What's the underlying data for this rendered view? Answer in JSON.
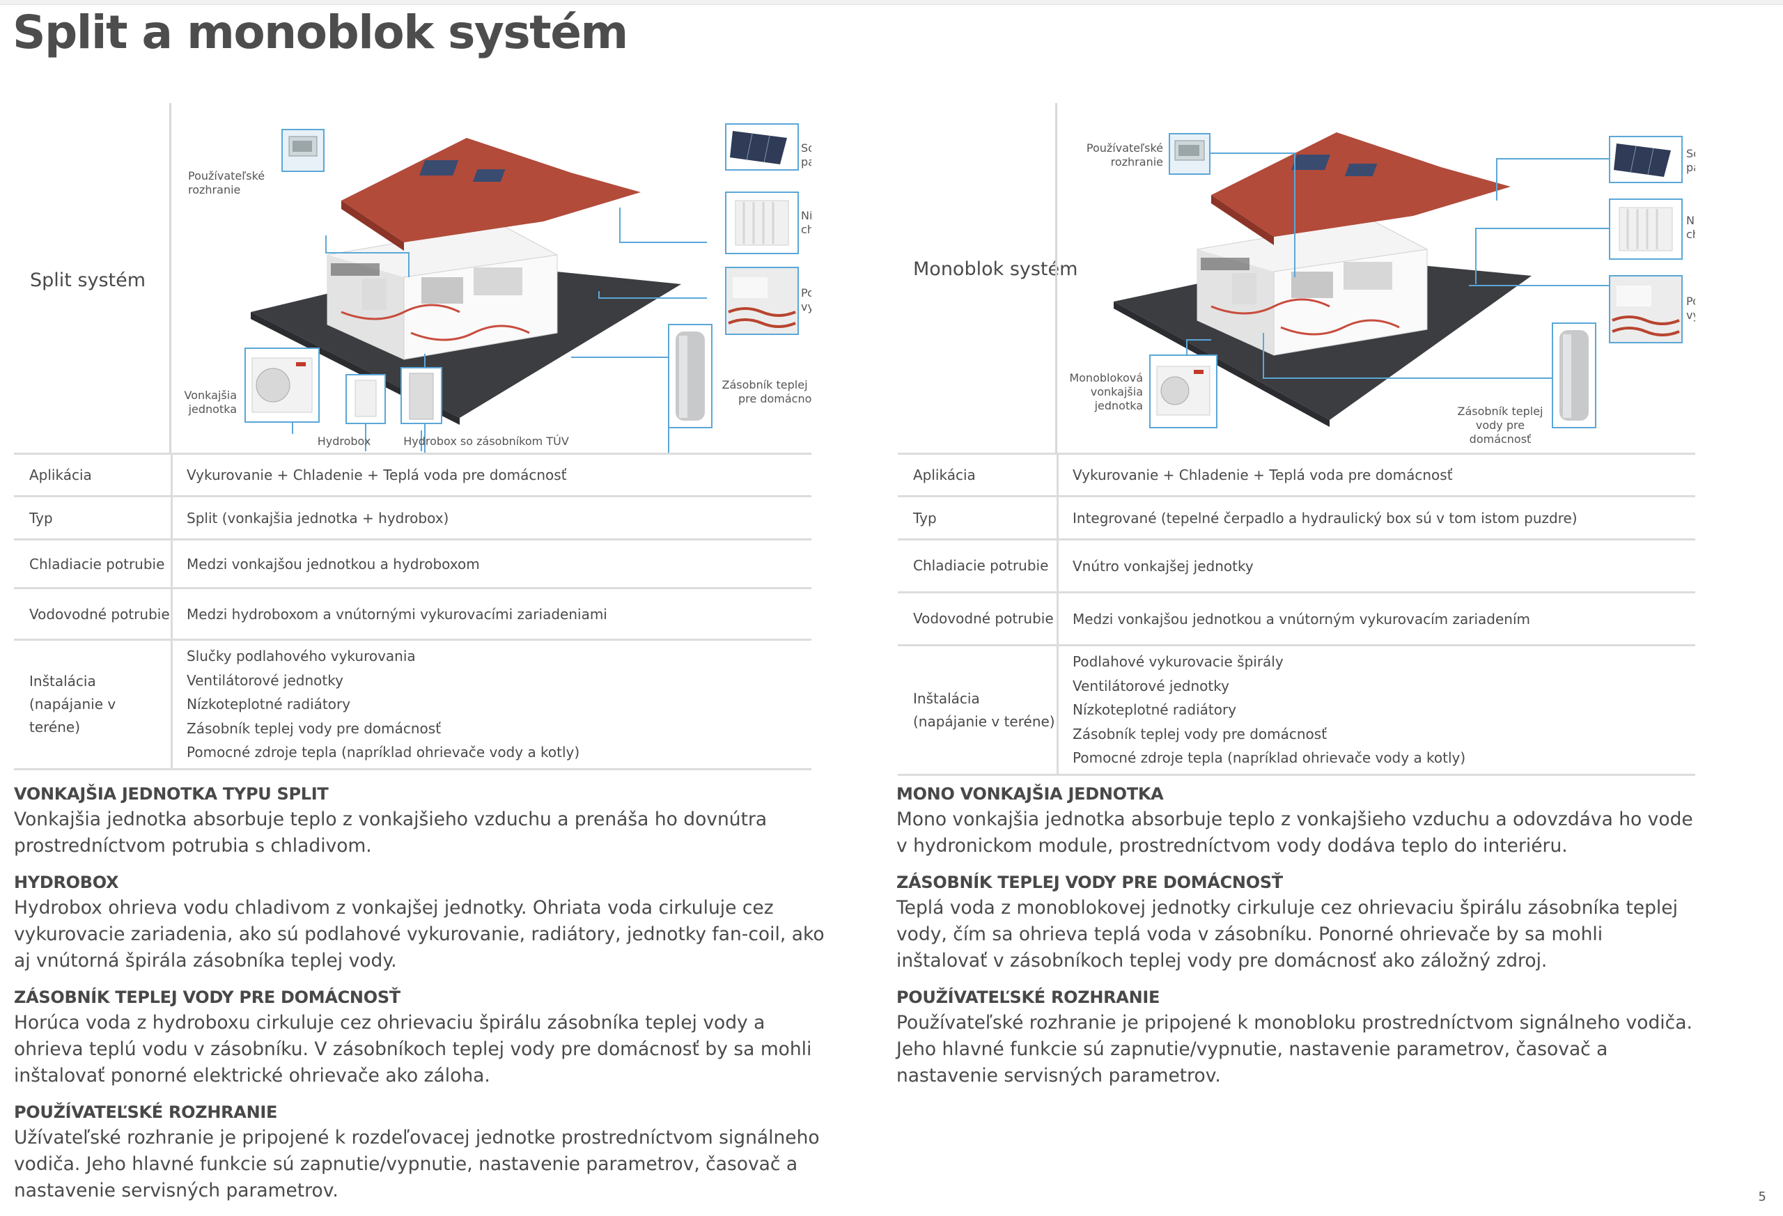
{
  "page": {
    "title": "Split a monoblok systém",
    "number": "5"
  },
  "left": {
    "system_label": "Split systém",
    "callouts": {
      "ui_line1": "Používateľské",
      "ui_line2": "rozhranie",
      "solar_line1": "Solárny",
      "solar_line2": "panel",
      "cooler_line1": "Nízkoteplotný",
      "cooler_line2": "chladič",
      "floor_line1": "Podlahové",
      "floor_line2": "vykurovanie",
      "tank_line1": "Zásobník teplej vody",
      "tank_line2": "pre domácnosť",
      "outdoor_line1": "Vonkajšia",
      "outdoor_line2": "jednotka",
      "hydrobox": "Hydrobox",
      "hydrobox_tank": "Hydrobox so zásobníkom TÚV"
    },
    "rows": [
      {
        "key": "Aplikácia",
        "value": "Vykurovanie + Chladenie + Teplá voda pre domácnosť"
      },
      {
        "key": "Typ",
        "value": "Split (vonkajšia jednotka + hydrobox)"
      },
      {
        "key": "Chladiacie potrubie",
        "value": "Medzi vonkajšou jednotkou a hydroboxom"
      },
      {
        "key": "Vodovodné potrubie",
        "value": "Medzi hydroboxom a vnútornými vykurovacími zariadeniami"
      },
      {
        "key": "Inštalácia (napájanie v teréne)",
        "values": [
          "Slučky podlahového vykurovania",
          "Ventilátorové jednotky",
          "Nízkoteplotné radiátory",
          "Zásobník teplej vody pre domácnosť",
          "Pomocné zdroje tepla (napríklad ohrievače vody a kotly)"
        ]
      }
    ],
    "sections": [
      {
        "heading": "VONKAJŠIA JEDNOTKA TYPU SPLIT",
        "text": "Vonkajšia jednotka absorbuje teplo z vonkajšieho vzduchu a prenáša ho dovnútra prostredníctvom potrubia s chladivom."
      },
      {
        "heading": "HYDROBOX",
        "text": "Hydrobox ohrieva vodu chladivom z vonkajšej jednotky. Ohriata voda cirkuluje cez vykurovacie zariadenia, ako sú podlahové vykurovanie, radiátory, jednotky fan-coil, ako aj vnútorná špirála zásobníka teplej vody."
      },
      {
        "heading": "ZÁSOBNÍK TEPLEJ VODY PRE DOMÁCNOSŤ",
        "text": "Horúca voda z hydroboxu cirkuluje cez ohrievaciu špirálu zásobníka teplej vody a ohrieva teplú vodu v zásobníku. V zásobníkoch teplej vody pre domácnosť by sa mohli inštalovať ponorné elektrické ohrievače ako záloha."
      },
      {
        "heading": "POUŽÍVATEĽSKÉ ROZHRANIE",
        "text": "Užívateľské rozhranie je pripojené k rozdeľovacej jednotke prostredníctvom signálneho vodiča. Jeho hlavné funkcie sú zapnutie/vypnutie, nastavenie parametrov, časovač a nastavenie servisných parametrov."
      }
    ]
  },
  "right": {
    "system_label": "Monoblok systém",
    "callouts": {
      "ui_line1": "Používateľské",
      "ui_line2": "rozhranie",
      "solar_line1": "Solárny",
      "solar_line2": "panel",
      "cooler_line1": "Nízkoteplotný",
      "cooler_line2": "chladič",
      "floor_line1": "Podlahové",
      "floor_line2": "vykurovanie",
      "tank_line1": "Zásobník teplej",
      "tank_line2": "vody pre",
      "tank_line3": "domácnosť",
      "outdoor_line1": "Monobloková",
      "outdoor_line2": "vonkajšia",
      "outdoor_line3": "jednotka"
    },
    "rows": [
      {
        "key": "Aplikácia",
        "value": "Vykurovanie + Chladenie + Teplá voda pre domácnosť"
      },
      {
        "key": "Typ",
        "value": "Integrované (tepelné čerpadlo a hydraulický box sú v tom istom puzdre)"
      },
      {
        "key": "Chladiacie potrubie",
        "value": "Vnútro vonkajšej jednotky"
      },
      {
        "key": "Vodovodné potrubie",
        "value": "Medzi vonkajšou jednotkou a vnútorným vykurovacím zariadením"
      },
      {
        "key": "Inštalácia (napájanie v teréne)",
        "values": [
          "Podlahové vykurovacie špirály",
          "Ventilátorové jednotky",
          "Nízkoteplotné radiátory",
          "Zásobník teplej vody pre domácnosť",
          "Pomocné zdroje tepla (napríklad ohrievače vody a kotly)"
        ]
      }
    ],
    "sections": [
      {
        "heading": "MONO VONKAJŠIA JEDNOTKA",
        "text": "Mono vonkajšia jednotka absorbuje teplo z vonkajšieho vzduchu a odovzdáva ho vode v hydronickom module, prostredníctvom vody dodáva teplo do interiéru."
      },
      {
        "heading": "ZÁSOBNÍK TEPLEJ VODY PRE DOMÁCNOSŤ",
        "text": "Teplá voda z monoblokovej jednotky cirkuluje cez ohrievaciu špirálu zásobníka teplej vody, čím sa ohrieva teplá voda v zásobníku. Ponorné ohrievače by sa mohli inštalovať v zásobníkoch teplej vody pre domácnosť ako záložný zdroj."
      },
      {
        "heading": "POUŽÍVATEĽSKÉ ROZHRANIE",
        "text": "Používateľské rozhranie je pripojené k monobloku prostredníctvom signálneho vodiča. Jeho hlavné funkcie sú zapnutie/vypnutie, nastavenie parametrov, časovač a nastavenie servisných parametrov."
      }
    ]
  }
}
